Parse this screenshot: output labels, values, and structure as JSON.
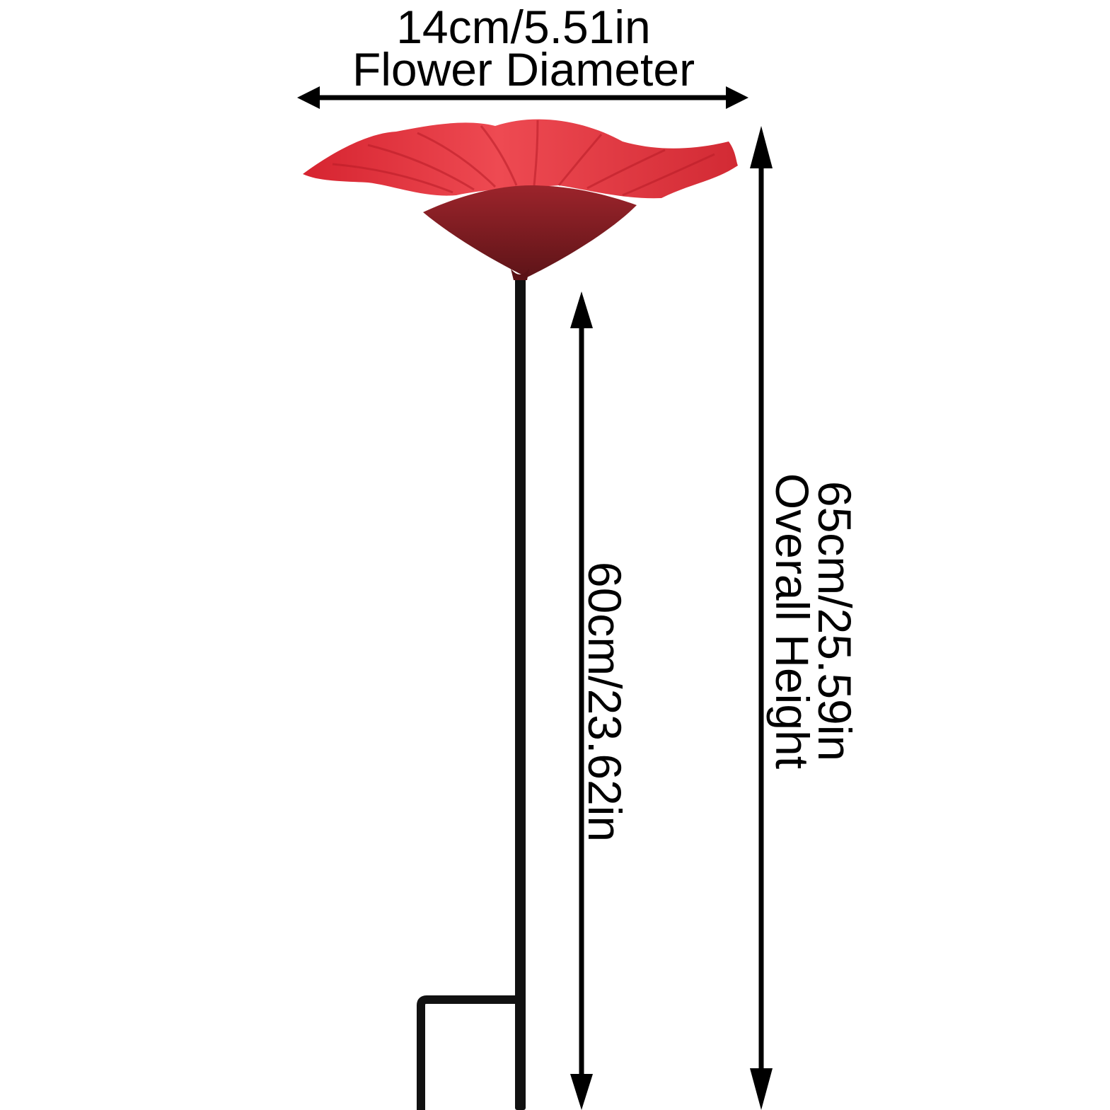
{
  "colors": {
    "background": "#ffffff",
    "flower_top": "#e0303c",
    "flower_inner": "#c8262f",
    "flower_underside": "#8a1f24",
    "stake": "#111111",
    "dimension_lines": "#000000"
  },
  "dimensions": {
    "flower_diameter": {
      "value": "14cm/5.51in",
      "caption": "Flower Diameter"
    },
    "stem_length": {
      "value": "60cm/23.62in"
    },
    "overall_height": {
      "value": "65cm/25.59in",
      "caption": "Overall Height"
    }
  },
  "icons": [
    "double-arrow-horizontal",
    "double-arrow-vertical",
    "poppy-flower-bird-bath",
    "garden-stake"
  ]
}
